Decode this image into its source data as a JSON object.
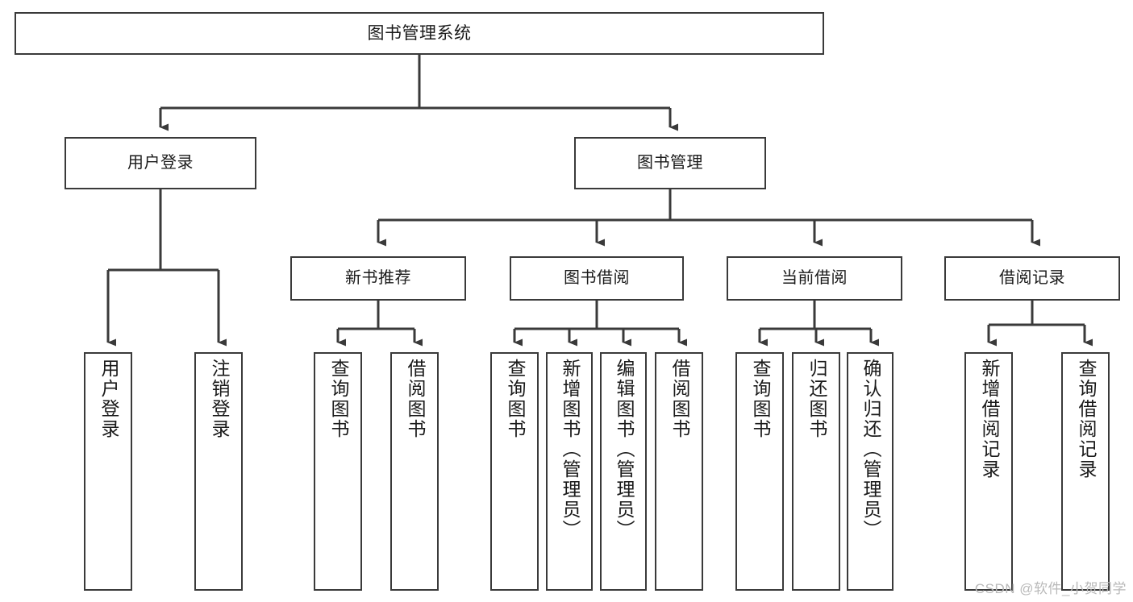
{
  "diagram": {
    "title": "图书管理系统",
    "watermark": "CSDN @软件_小贺同学",
    "style": {
      "border_color": "#3a3a3a",
      "fill_color": "#ffffff",
      "text_color": "#1a1a1a",
      "background": "#ffffff",
      "watermark_color": "#b9b9b9"
    },
    "nodes": {
      "root": {
        "label": "图书管理系统"
      },
      "level1": [
        {
          "label": "用户登录"
        },
        {
          "label": "图书管理"
        }
      ],
      "level2": [
        {
          "label": "新书推荐"
        },
        {
          "label": "图书借阅"
        },
        {
          "label": "当前借阅"
        },
        {
          "label": "借阅记录"
        }
      ],
      "leaves": [
        {
          "label": "用户登录",
          "parent": "用户登录"
        },
        {
          "label": "注销登录",
          "parent": "用户登录"
        },
        {
          "label": "查询图书",
          "parent": "新书推荐"
        },
        {
          "label": "借阅图书",
          "parent": "新书推荐"
        },
        {
          "label": "查询图书",
          "parent": "图书借阅"
        },
        {
          "label": "新增图书（管理员）",
          "parent": "图书借阅"
        },
        {
          "label": "编辑图书（管理员）",
          "parent": "图书借阅"
        },
        {
          "label": "借阅图书",
          "parent": "图书借阅"
        },
        {
          "label": "查询图书",
          "parent": "当前借阅"
        },
        {
          "label": "归还图书",
          "parent": "当前借阅"
        },
        {
          "label": "确认归还（管理员）",
          "parent": "当前借阅"
        },
        {
          "label": "新增借阅记录",
          "parent": "借阅记录"
        },
        {
          "label": "查询借阅记录",
          "parent": "借阅记录"
        }
      ]
    }
  }
}
